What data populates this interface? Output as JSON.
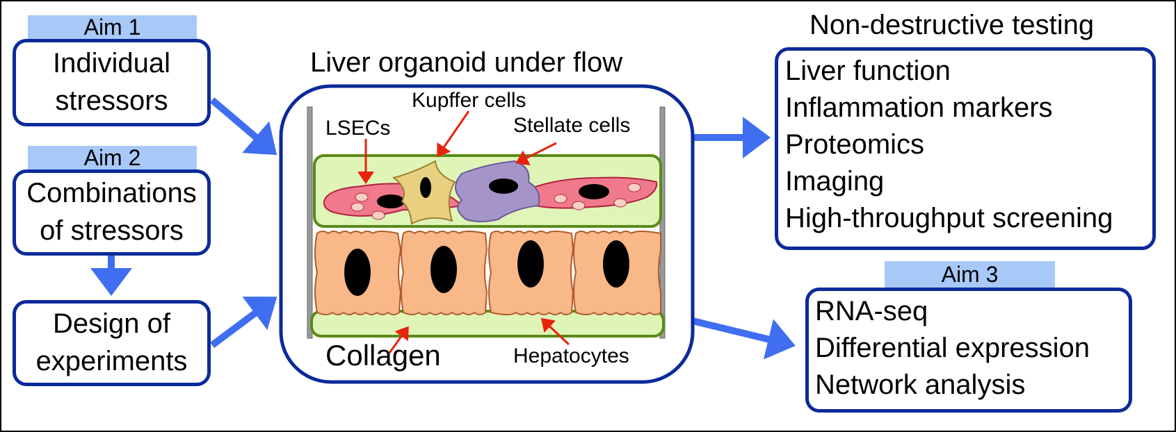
{
  "aims": {
    "aim1": {
      "tag": "Aim 1",
      "line1": "Individual",
      "line2": "stressors"
    },
    "aim2": {
      "tag": "Aim 2",
      "line1": "Combinations",
      "line2": "of stressors"
    },
    "doe": {
      "line1": "Design of",
      "line2": "experiments"
    },
    "aim3": {
      "tag": "Aim 3"
    }
  },
  "center": {
    "title": "Liver organoid under flow",
    "labels": {
      "lsecs": "LSECs",
      "kupffer": "Kupffer cells",
      "stellate": "Stellate cells",
      "collagen": "Collagen",
      "hepatocytes": "Hepatocytes"
    }
  },
  "ndt": {
    "title": "Non-destructive testing",
    "items": [
      "Liver function",
      "Inflammation markers",
      "Proteomics",
      "Imaging",
      "High-throughput screening"
    ]
  },
  "aim3_box": {
    "items": [
      "RNA-seq",
      "Differential expression",
      "Network analysis"
    ]
  },
  "colors": {
    "box_border": "#0b2a9a",
    "aim_tag": "#a8c8f8",
    "arrow": "#3f6ef0",
    "pointer": "#e8220c",
    "collagen": "#dff5b8",
    "hepatocyte": "#f8b888",
    "lsec": "#f07a8c",
    "kupffer": "#e8d080",
    "stellate": "#a494c8"
  }
}
